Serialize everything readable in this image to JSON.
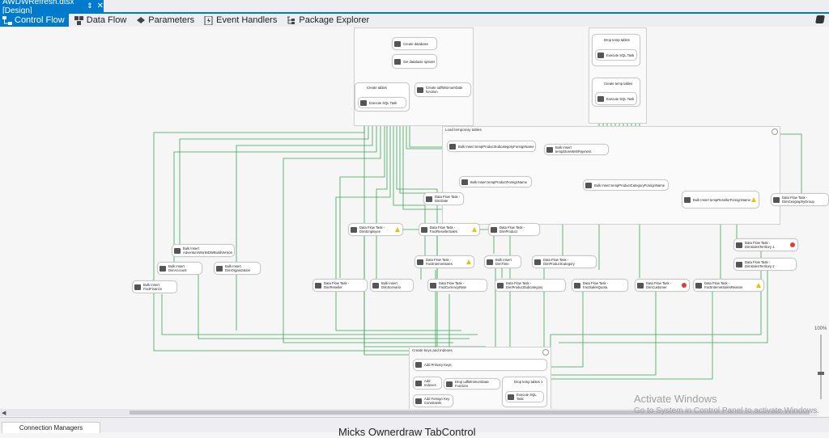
{
  "document_tab": {
    "title": "AWDWRefresh.dtsx [Design]",
    "pin": "⇕",
    "close": "✕"
  },
  "designer_tabs": [
    {
      "label": "Control Flow",
      "icon": "control-flow-icon",
      "active": true
    },
    {
      "label": "Data Flow",
      "icon": "data-flow-icon",
      "active": false
    },
    {
      "label": "Parameters",
      "icon": "parameters-icon",
      "active": false
    },
    {
      "label": "Event Handlers",
      "icon": "event-handlers-icon",
      "active": false
    },
    {
      "label": "Package Explorer",
      "icon": "package-explorer-icon",
      "active": false
    }
  ],
  "containers": {
    "top_left": {
      "title": ""
    },
    "top_right": {
      "title": ""
    },
    "load_temp": {
      "title": "Load temporary tables"
    },
    "bottom": {
      "title": "Create keys and Indexes"
    }
  },
  "tasks": {
    "create_database": "Create database",
    "set_database_options": "Set database options",
    "create_tables_header": "Create tables",
    "execute_sql_task_1": "Execute SQL Task",
    "create_udf": "Create udfMinimumDate function",
    "drop_temp_tables": "Drop temp tables",
    "execute_sql_task_2": "Execute SQL Task",
    "create_temp_tables": "Create temp tables",
    "execute_sql_task_3": "Execute SQL Task",
    "bulk_prod_subcat": "Bulk Insert tempProductSubcategoryForeignName",
    "bulk_store_email": "Bulk Insert tempStoreWebPayment",
    "bulk_product_foreign": "Bulk Insert tempProductForeignName",
    "bulk_prod_cat_foreign": "Bulk Insert tempProductCategoryForeignName",
    "bulk_reseller_foreign": "Bulk Insert tempResellerForeignName",
    "dft_dimgeography": "Data Flow Task - DimGeographyGroup",
    "dft_dimdate": "Data Flow Task - DimDate",
    "dft_dimemployee": "Data Flow Task - DimEmployee",
    "dft_factresellersales": "Data Flow Task - FactResellerSales",
    "dft_dimproduct": "Data Flow Task - DimProduct",
    "bulk_adventure_works_dw_build": "Bulk Insert AdventureWorksDWBuildVersion",
    "bulk_dimaccount": "Bulk Insert DimAccount",
    "bulk_dimorganization": "Bulk Insert DimOrganization",
    "bulk_factfinance": "Bulk Insert FactFinance",
    "dft_factinternetsales": "Data Flow Task - FactInternetSales",
    "bulk_dimtime": "Bulk Insert DimTime",
    "dft_dimproductcategory": "Data Flow Task - DimProductCategory",
    "dft_dimreseller": "Data Flow Task - DimReseller",
    "bulk_dimscenario": "Bulk Insert DimScenario",
    "dft_factcurrencyrate": "Data Flow Task - FactCurrencyRate",
    "dft_dimproductsubcategory": "Data Flow Task - DimProductSubcategory",
    "dft_factsalesquota": "Data Flow Task - FactSalesQuota",
    "dft_dimcustomer": "Data Flow Task - DimCustomer",
    "dft_factinternetsalesreason": "Data Flow Task - FactInternetSalesReason",
    "dft_dimsalesterritory_a": "Data Flow Task - DimSalesTerritory 1",
    "dft_dimsalesterritory_b": "Data Flow Task - DimSalesTerritory 2",
    "add_primary_keys": "Add Primary Keys",
    "add_indexes": "Add Indexes",
    "drop_udf": "Drop udfMinimumDate Function",
    "drop_temp_tables_2": "Drop temp tables 1",
    "execute_sql_task_4": "Execute SQL Task",
    "add_foreign_key": "Add Foreign Key Constraints"
  },
  "zoom": {
    "label": "100%"
  },
  "watermark": {
    "line1": "Activate Windows",
    "line2": "Go to System in Control Panel to activate Windows."
  },
  "bottom": {
    "connection_managers": "Connection Managers",
    "micks_tab": "Micks Ownerdraw TabControl"
  },
  "colors": {
    "accent": "#007acc",
    "connector": "#3aa655",
    "warning": "#f0c000",
    "error": "#e03c31"
  }
}
